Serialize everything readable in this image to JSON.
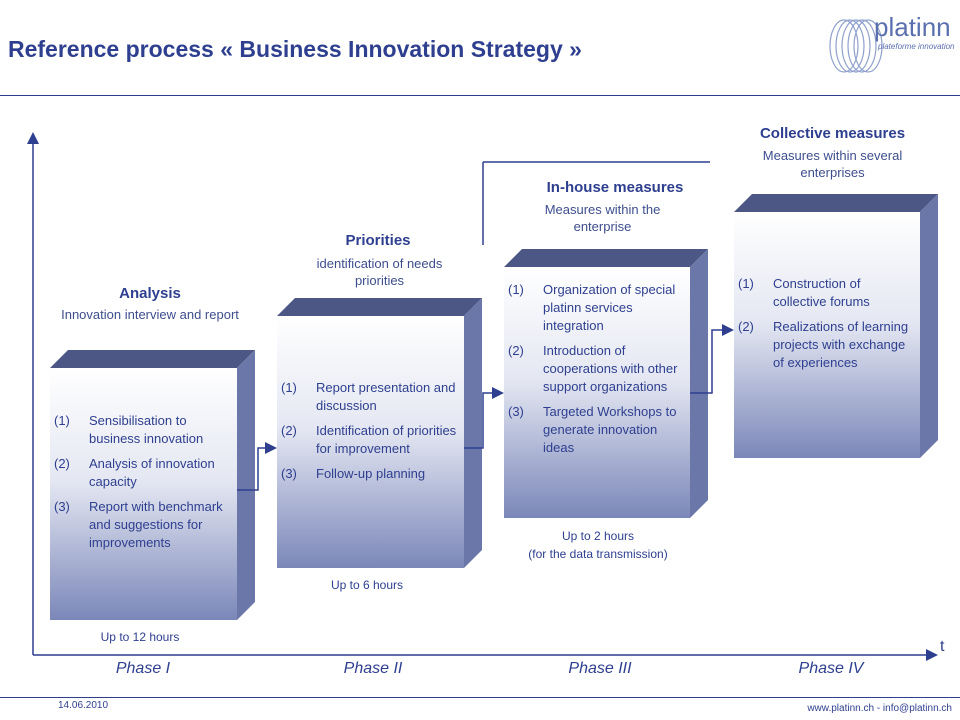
{
  "title": "Reference process « Business Innovation Strategy »",
  "logo": {
    "name": "platinn",
    "tagline": "plateforme innovation"
  },
  "axis": {
    "t_label": "t"
  },
  "stages": [
    {
      "heading": "Analysis",
      "subtitle": "Innovation interview and report",
      "items": [
        {
          "num": "(1)",
          "text": "Sensibilisation to business innovation"
        },
        {
          "num": "(2)",
          "text": "Analysis of innovation capacity"
        },
        {
          "num": "(3)",
          "text": "Report with benchmark and suggestions for improvements"
        }
      ],
      "duration": "Up to 12 hours",
      "phase": "Phase I"
    },
    {
      "heading": "Priorities",
      "subtitle": "identification of needs priorities",
      "items": [
        {
          "num": "(1)",
          "text": "Report presentation and discussion"
        },
        {
          "num": "(2)",
          "text": "Identification of priorities for improvement"
        },
        {
          "num": "(3)",
          "text": "Follow-up planning"
        }
      ],
      "duration": "Up to 6 hours",
      "phase": "Phase II"
    },
    {
      "heading": "In-house measures",
      "subtitle": "Measures within the enterprise",
      "items": [
        {
          "num": "(1)",
          "text": "Organization of special platinn services integration"
        },
        {
          "num": "(2)",
          "text": "Introduction of cooperations with other support organizations"
        },
        {
          "num": "(3)",
          "text": "Targeted Workshops to generate innovation ideas"
        }
      ],
      "duration": "Up to 2 hours",
      "duration_note": "(for the data transmission)",
      "phase": "Phase III"
    },
    {
      "heading": "Collective measures",
      "subtitle": "Measures within several enterprises",
      "items": [
        {
          "num": "(1)",
          "text": "Construction of collective forums"
        },
        {
          "num": "(2)",
          "text": "Realizations of learning projects with exchange of experiences"
        }
      ],
      "phase": "Phase IV"
    }
  ],
  "footer": {
    "date": "14.06.2010",
    "contact": "www.platinn.ch - info@platinn.ch"
  },
  "colors": {
    "accent": "#2e3f8f",
    "box_light": "#ffffff",
    "box_dark": "#7b87b9",
    "box_side": "#6b77a8",
    "box_top": "#4c5785"
  }
}
